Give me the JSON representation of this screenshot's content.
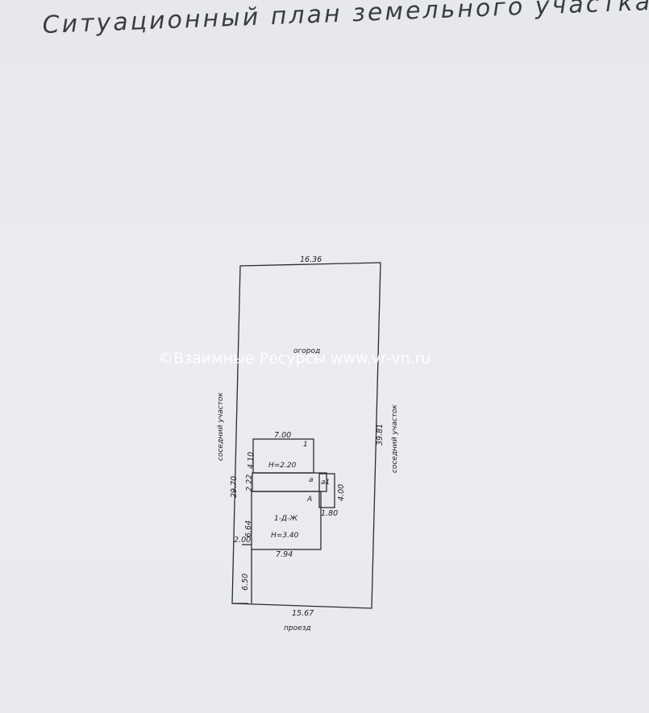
{
  "document": {
    "title": "Ситуационный план земельного участка",
    "watermark": "©Взаимные Ресурсы www.vr-vn.ru"
  },
  "plan": {
    "labels": {
      "garden": "огород",
      "neighbor_left": "соседний участок",
      "neighbor_right": "соседний участок",
      "driveway": "проезд",
      "outbuilding": "1",
      "outbuilding_height": "Н=2.20",
      "passage": "а",
      "porch": "а1",
      "main_letter": "А",
      "main_house": "1-Д-Ж",
      "main_height": "Н=3.40"
    },
    "dimensions": {
      "top": "16.36",
      "right": "39.81",
      "left": "29.70",
      "bottom": "15.67",
      "outbuilding_width": "7.00",
      "outbuilding_depth": "4.10",
      "passage_depth": "2.22",
      "porch_depth": "4.00",
      "porch_width": "1.80",
      "house_depth": "6.64",
      "house_offset": "2.00",
      "house_width": "7.94",
      "front_setback": "6.50"
    }
  }
}
